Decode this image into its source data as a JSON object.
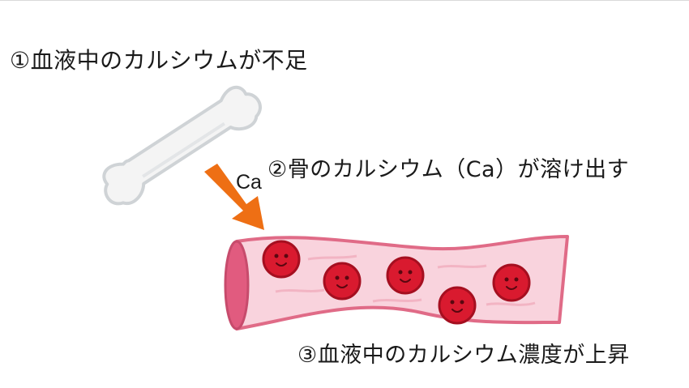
{
  "steps": {
    "step1": "①血液中のカルシウムが不足",
    "step2": "②骨のカルシウム（Ca）が溶け出す",
    "step3": "③血液中のカルシウム濃度が上昇"
  },
  "arrow_label": "Ca",
  "colors": {
    "bone_fill": "#f4f4f4",
    "bone_outline": "#cfd3d6",
    "arrow": "#ee6f14",
    "vessel_fill": "#f9d3dd",
    "vessel_outline": "#e06b87",
    "vessel_opening": "#e15b7f",
    "blood_cell": "#d91a2f",
    "blood_cell_outline": "#a50f20"
  },
  "icons": [
    "bone-icon",
    "arrow-icon",
    "blood-vessel-icon",
    "red-blood-cell-icon"
  ]
}
